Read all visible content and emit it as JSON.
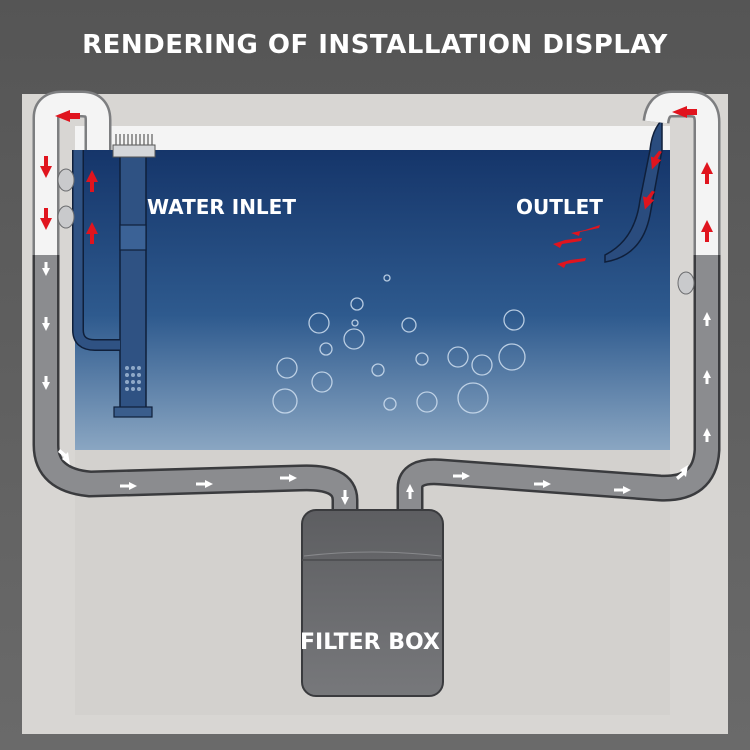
{
  "header": {
    "title": "RENDERING OF INSTALLATION DISPLAY"
  },
  "labels": {
    "water_inlet": "WATER INLET",
    "outlet": "OUTLET",
    "filter_box": "FILTER BOX"
  },
  "colors": {
    "background": "#5e5e5e",
    "panel": "#d6d4d1",
    "water_top": "#16366b",
    "water_bottom": "#6f8fb2",
    "hose": "#8a8b8e",
    "hose_outline": "#3c3d40",
    "flow_arrow_red": "#e0141e",
    "flow_arrow_white": "#ffffff",
    "filter_box": "#6a6b6d"
  },
  "icons": [
    "flow-arrow-red",
    "flow-arrow-white",
    "air-bubble",
    "suction-cup",
    "intake-strainer"
  ]
}
